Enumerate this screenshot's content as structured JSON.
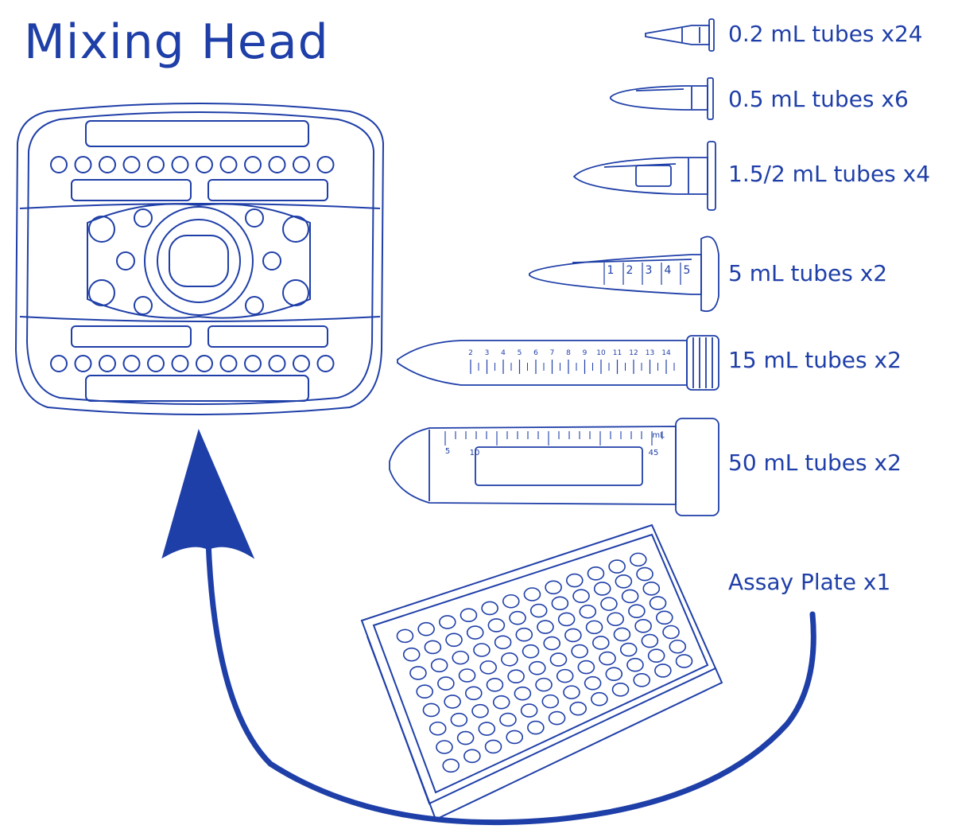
{
  "title": "Mixing Head",
  "ink_color": "#1f3fa8",
  "items": [
    {
      "label": "0.2 mL tubes x24",
      "icon": "pcr-tube-icon"
    },
    {
      "label": "0.5 mL tubes x6",
      "icon": "microtube-icon"
    },
    {
      "label": "1.5/2 mL tubes x4",
      "icon": "microcentrifuge-tube-icon"
    },
    {
      "label": "5 mL tubes x2",
      "icon": "conical-tube-icon"
    },
    {
      "label": "15 mL tubes x2",
      "icon": "conical-tube-icon"
    },
    {
      "label": "50 mL tubes x2",
      "icon": "conical-tube-icon"
    },
    {
      "label": "Assay Plate x1",
      "icon": "well-plate-icon"
    }
  ],
  "tube_15ml_ticks": [
    "2",
    "3",
    "4",
    "5",
    "6",
    "7",
    "8",
    "9",
    "10",
    "11",
    "12",
    "13",
    "14"
  ],
  "tube_5ml_ticks": [
    "1",
    "2",
    "3",
    "4",
    "5"
  ],
  "tube_50ml_ticks": [
    "5",
    "10",
    "45",
    "mL"
  ]
}
